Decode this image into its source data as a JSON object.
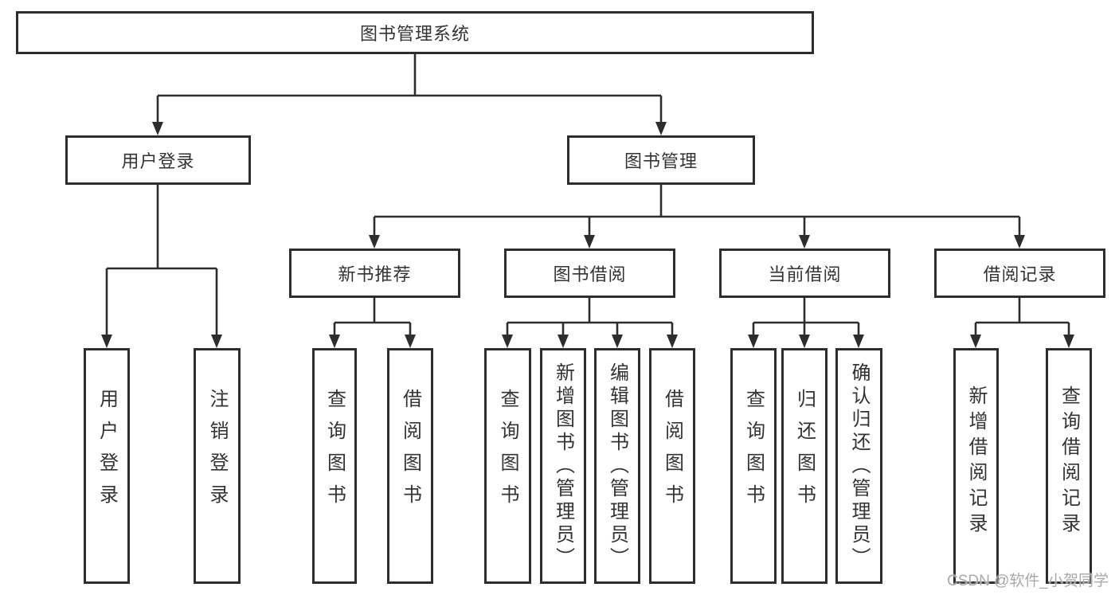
{
  "diagram": {
    "title": "图书管理系统",
    "nodes": {
      "root": {
        "label": "图书管理系统"
      },
      "user_login": {
        "label": "用户登录"
      },
      "book_mgmt": {
        "label": "图书管理"
      },
      "new_book_rec": {
        "label": "新书推荐"
      },
      "book_borrow": {
        "label": "图书借阅"
      },
      "current_borrow": {
        "label": "当前借阅"
      },
      "borrow_record": {
        "label": "借阅记录"
      }
    },
    "leaves": [
      {
        "parent": "用户登录",
        "label": "用户登录"
      },
      {
        "parent": "用户登录",
        "label": "注销登录"
      },
      {
        "parent": "新书推荐",
        "label": "查询图书"
      },
      {
        "parent": "新书推荐",
        "label": "借阅图书"
      },
      {
        "parent": "图书借阅",
        "label": "查询图书"
      },
      {
        "parent": "图书借阅",
        "label": "新增图书（管理员）"
      },
      {
        "parent": "图书借阅",
        "label": "编辑图书（管理员）"
      },
      {
        "parent": "图书借阅",
        "label": "借阅图书"
      },
      {
        "parent": "当前借阅",
        "label": "查询图书"
      },
      {
        "parent": "当前借阅",
        "label": "归还图书"
      },
      {
        "parent": "当前借阅",
        "label": "确认归还（管理员）"
      },
      {
        "parent": "借阅记录",
        "label": "新增借阅记录"
      },
      {
        "parent": "借阅记录",
        "label": "查询借阅记录"
      }
    ],
    "line_color": "#2d2d2d",
    "text_color": "#333333",
    "background_color": "#ffffff"
  },
  "watermark": "CSDN @软件_小贺同学"
}
